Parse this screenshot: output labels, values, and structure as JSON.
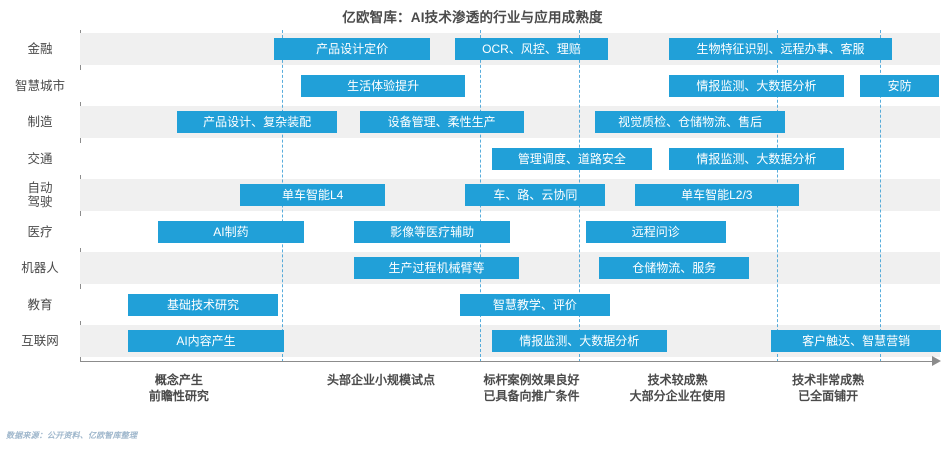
{
  "title": "亿欧智库：AI技术渗透的行业与应用成熟度",
  "source_note": "数据来源：公开资料、亿欧智库整理",
  "colors": {
    "bar": "#21a0d8",
    "band": "#f0f0f0",
    "band_alt": "#ffffff",
    "gridline": "#3c9fd6",
    "axis": "#8c8c8c",
    "text": "#4a4a4a",
    "source": "#9fb7cc"
  },
  "rows": [
    {
      "label": "金融",
      "label_lines": [
        "金融"
      ]
    },
    {
      "label": "智慧城市",
      "label_lines": [
        "智慧城市"
      ]
    },
    {
      "label": "制造",
      "label_lines": [
        "制造"
      ]
    },
    {
      "label": "交通",
      "label_lines": [
        "交通"
      ]
    },
    {
      "label": "自动驾驶",
      "label_lines": [
        "自动",
        "驾驶"
      ]
    },
    {
      "label": "医疗",
      "label_lines": [
        "医疗"
      ]
    },
    {
      "label": "机器人",
      "label_lines": [
        "机器人"
      ]
    },
    {
      "label": "教育",
      "label_lines": [
        "教育"
      ]
    },
    {
      "label": "互联网",
      "label_lines": [
        "互联网"
      ]
    }
  ],
  "stages": [
    {
      "lines": [
        "概念产生",
        "前瞻性研究"
      ]
    },
    {
      "lines": [
        "头部企业小规模试点"
      ]
    },
    {
      "lines": [
        "标杆案例效果良好",
        "已具备向推广条件"
      ]
    },
    {
      "lines": [
        "技术较成熟",
        "大部分企业在使用"
      ]
    },
    {
      "lines": [
        "技术非常成熟",
        "已全面铺开"
      ]
    }
  ],
  "chart_data": {
    "type": "bar",
    "title": "亿欧智库：AI技术渗透的行业与应用成熟度",
    "xlabel": "",
    "ylabel": "",
    "orientation": "horizontal",
    "grid": "vertical-dashed",
    "legend": "none",
    "x_axis": {
      "type": "maturity-stage",
      "range": [
        0,
        5
      ],
      "tick_labels": [
        "概念产生 / 前瞻性研究",
        "头部企业小规模试点",
        "标杆案例效果良好 / 已具备向推广条件",
        "技术较成熟 / 大部分企业在使用",
        "技术非常成熟 / 已全面铺开"
      ],
      "gridline_positions_pct": [
        23.5,
        46.5,
        58.0,
        81.0,
        93.0
      ]
    },
    "categories": [
      "金融",
      "智慧城市",
      "制造",
      "交通",
      "自动驾驶",
      "医疗",
      "机器人",
      "教育",
      "互联网"
    ],
    "items": [
      {
        "row": "金融",
        "label": "产品设计定价",
        "x_pct": 22.6,
        "width_pct": 18.1
      },
      {
        "row": "金融",
        "label": "OCR、风控、理赔",
        "x_pct": 43.6,
        "width_pct": 17.8
      },
      {
        "row": "金融",
        "label": "生物特征识别、远程办事、客服",
        "x_pct": 68.5,
        "width_pct": 25.9
      },
      {
        "row": "智慧城市",
        "label": "生活体验提升",
        "x_pct": 25.7,
        "width_pct": 19.1
      },
      {
        "row": "智慧城市",
        "label": "情报监测、大数据分析",
        "x_pct": 68.5,
        "width_pct": 20.3
      },
      {
        "row": "智慧城市",
        "label": "安防",
        "x_pct": 90.7,
        "width_pct": 9.2
      },
      {
        "row": "制造",
        "label": "产品设计、复杂装配",
        "x_pct": 11.3,
        "width_pct": 18.6
      },
      {
        "row": "制造",
        "label": "设备管理、柔性生产",
        "x_pct": 32.5,
        "width_pct": 19.1
      },
      {
        "row": "制造",
        "label": "视觉质检、仓储物流、售后",
        "x_pct": 59.9,
        "width_pct": 22.1
      },
      {
        "row": "交通",
        "label": "管理调度、道路安全",
        "x_pct": 47.9,
        "width_pct": 18.6
      },
      {
        "row": "交通",
        "label": "情报监测、大数据分析",
        "x_pct": 68.5,
        "width_pct": 20.3
      },
      {
        "row": "自动驾驶",
        "label": "单车智能L4",
        "x_pct": 18.6,
        "width_pct": 16.9
      },
      {
        "row": "自动驾驶",
        "label": "车、路、云协同",
        "x_pct": 44.8,
        "width_pct": 16.3
      },
      {
        "row": "自动驾驶",
        "label": "单车智能L2/3",
        "x_pct": 64.5,
        "width_pct": 19.1
      },
      {
        "row": "医疗",
        "label": "AI制药",
        "x_pct": 9.1,
        "width_pct": 16.9
      },
      {
        "row": "医疗",
        "label": "影像等医疗辅助",
        "x_pct": 31.9,
        "width_pct": 18.1
      },
      {
        "row": "医疗",
        "label": "远程问诊",
        "x_pct": 58.8,
        "width_pct": 16.3
      },
      {
        "row": "机器人",
        "label": "生产过程机械臂等",
        "x_pct": 31.9,
        "width_pct": 19.1
      },
      {
        "row": "机器人",
        "label": "仓储物流、服务",
        "x_pct": 60.4,
        "width_pct": 17.4
      },
      {
        "row": "教育",
        "label": "基础技术研究",
        "x_pct": 5.6,
        "width_pct": 17.4
      },
      {
        "row": "教育",
        "label": "智慧教学、评价",
        "x_pct": 44.2,
        "width_pct": 17.4
      },
      {
        "row": "互联网",
        "label": "AI内容产生",
        "x_pct": 5.6,
        "width_pct": 18.1
      },
      {
        "row": "互联网",
        "label": "情报监测、大数据分析",
        "x_pct": 47.9,
        "width_pct": 20.3
      },
      {
        "row": "互联网",
        "label": "客户触达、智慧营销",
        "x_pct": 80.4,
        "width_pct": 19.7
      }
    ]
  }
}
